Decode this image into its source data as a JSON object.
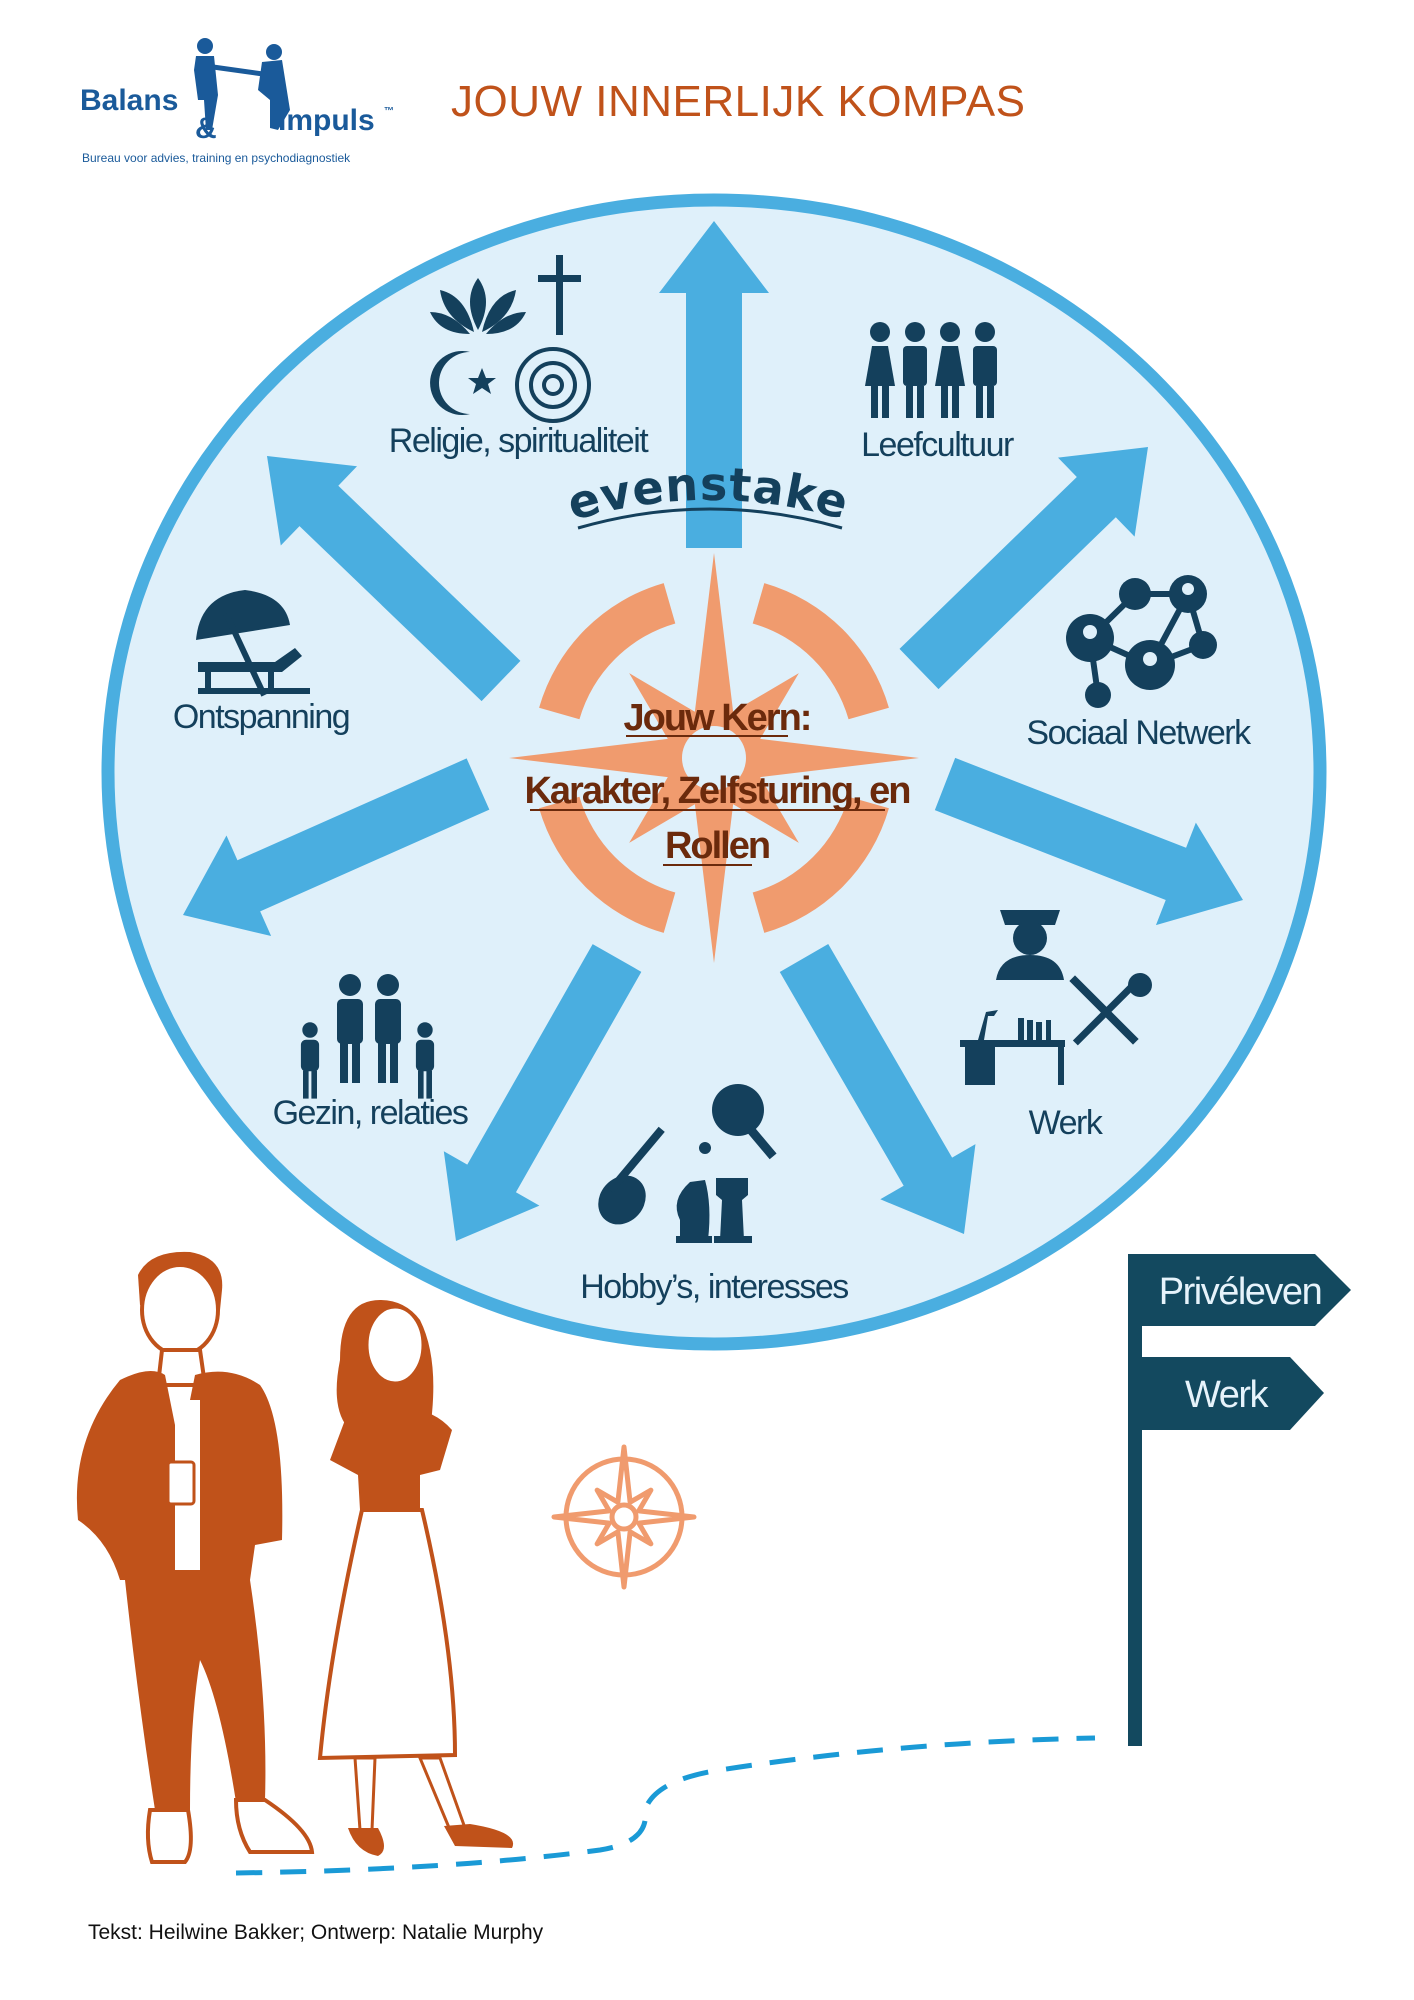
{
  "header": {
    "logo": {
      "word1": "Balans",
      "ampersand": "&",
      "word2": "Impuls",
      "trademark": "™",
      "tagline": "Bureau voor advies, training en psychodiagnostiek"
    },
    "title": "JOUW INNERLIJK KOMPAS"
  },
  "compass": {
    "heading": "Levenstaken",
    "core": {
      "line1": "Jouw Kern:",
      "line2": "Karakter, Zelfsturing, en",
      "line3": "Rollen"
    },
    "areas": [
      {
        "label": "Religie, spiritualiteit",
        "icon": "religion-icons"
      },
      {
        "label": "Leefcultuur",
        "icon": "people-group-icon"
      },
      {
        "label": "Ontspanning",
        "icon": "beach-umbrella-icon"
      },
      {
        "label": "Sociaal Netwerk",
        "icon": "network-icon"
      },
      {
        "label": "Gezin, relaties",
        "icon": "family-icon"
      },
      {
        "label": "Werk",
        "icon": "work-icons"
      },
      {
        "label": "Hobby’s, interesses",
        "icon": "hobby-icons"
      }
    ]
  },
  "signpost": {
    "sign1": "Privéleven",
    "sign2": "Werk"
  },
  "footer": {
    "credits": "Tekst: Heilwine Bakker; Ontwerp: Natalie Murphy"
  },
  "colors": {
    "circle_fill": "#dff0fa",
    "circle_stroke": "#4aaee0",
    "arrow": "#4aaee0",
    "compass": "#f09b6e",
    "accent_orange": "#c0521a",
    "navy": "#14405c"
  }
}
